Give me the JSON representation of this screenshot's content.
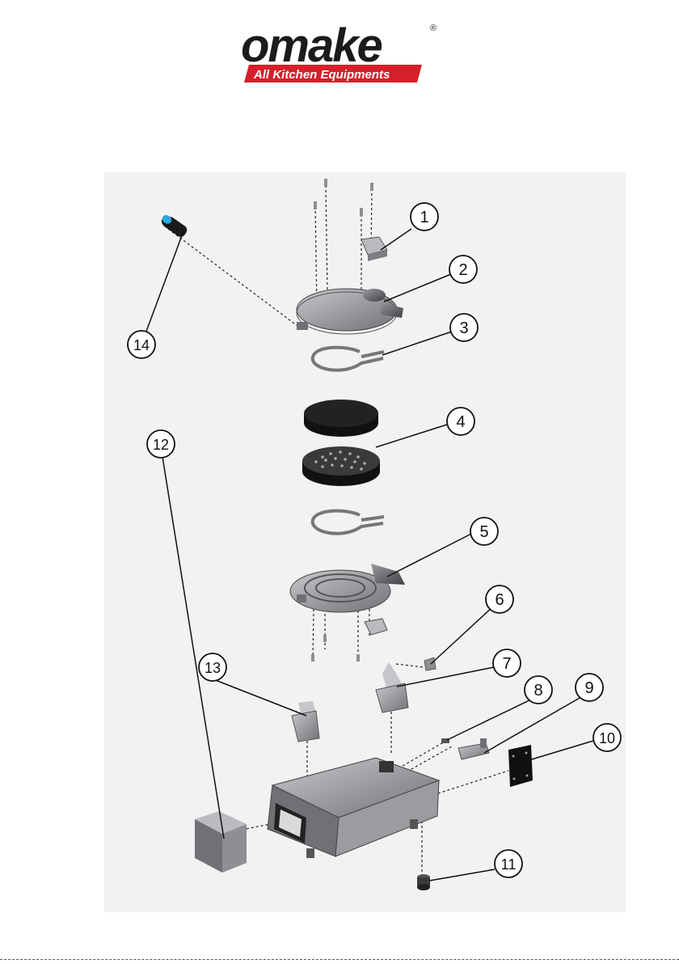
{
  "brand": {
    "name": "omake",
    "registered_mark": "®",
    "tagline": "All Kitchen Equipments",
    "colors": {
      "brand_red": "#d4202a",
      "ink": "#1b1b1b"
    }
  },
  "diagram": {
    "background": "#f1f2f2",
    "callouts": [
      {
        "id": 1,
        "label": "1"
      },
      {
        "id": 2,
        "label": "2"
      },
      {
        "id": 3,
        "label": "3"
      },
      {
        "id": 4,
        "label": "4"
      },
      {
        "id": 5,
        "label": "5"
      },
      {
        "id": 6,
        "label": "6"
      },
      {
        "id": 7,
        "label": "7"
      },
      {
        "id": 8,
        "label": "8"
      },
      {
        "id": 9,
        "label": "9"
      },
      {
        "id": 10,
        "label": "10"
      },
      {
        "id": 11,
        "label": "11"
      },
      {
        "id": 12,
        "label": "12"
      },
      {
        "id": 13,
        "label": "13"
      },
      {
        "id": 14,
        "label": "14"
      }
    ]
  }
}
